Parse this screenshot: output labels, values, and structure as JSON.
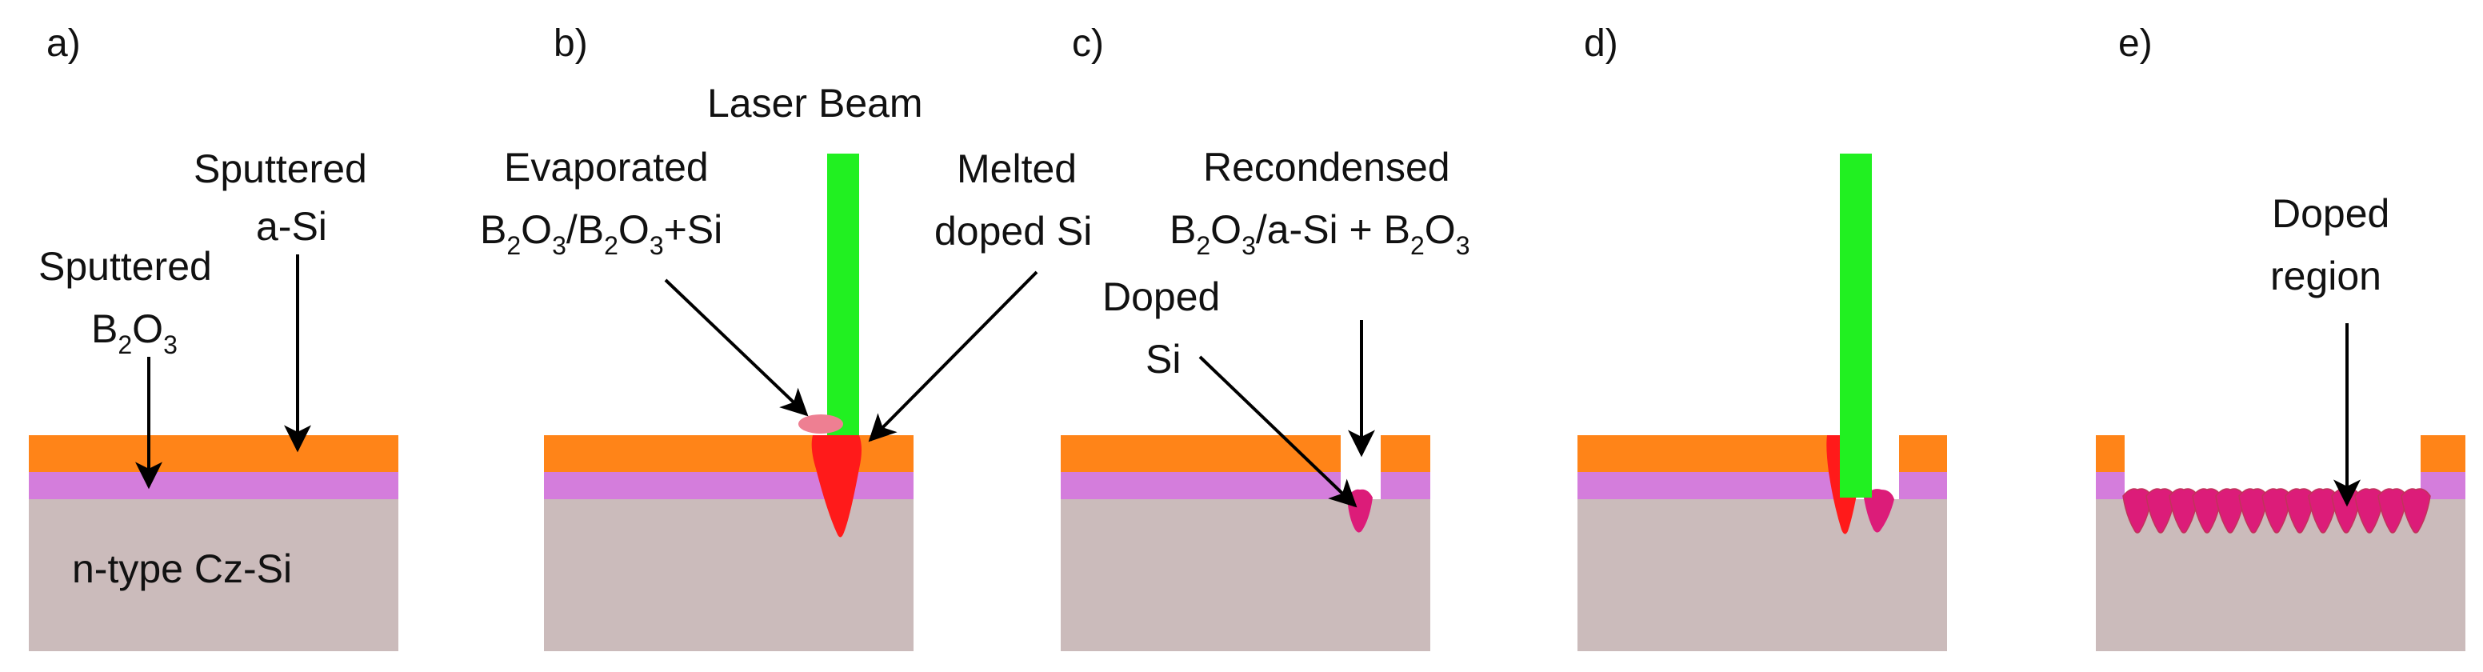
{
  "colors": {
    "substrate": "#cbbbbb",
    "boron_oxide_layer": "#d47ddc",
    "asi_layer": "#ff8418",
    "laser_beam": "#21f021",
    "melt": "#ff1a1a",
    "evaporated_plume": "#ee7f92",
    "doped_si": "#dc1c79",
    "doped_si_edge": "#c0345a",
    "arrow": "#000000"
  },
  "panels": [
    {
      "id": "a",
      "panel_label": "a)",
      "labels": {
        "sputtered_asi_l1": "Sputtered",
        "sputtered_asi_l2": "a-Si",
        "sputtered_b2o3_l1": "Sputtered",
        "b2o3": {
          "p1": "B",
          "s1": "2",
          "p2": "O",
          "s2": "3"
        },
        "substrate": "n-type Cz-Si"
      }
    },
    {
      "id": "b",
      "panel_label": "b)",
      "labels": {
        "laser_beam": "Laser Beam",
        "evaporated_l1": "Evaporated",
        "evaporated_l2": {
          "p1": "B",
          "s1": "2",
          "p2": "O",
          "s2": "3",
          "p3": "/B",
          "s3": "2",
          "p4": "O",
          "s4": "3",
          "p5": "+Si"
        },
        "melted_l1": "Melted",
        "melted_l2": "doped Si"
      }
    },
    {
      "id": "c",
      "panel_label": "c)",
      "labels": {
        "recondensed_l1": "Recondensed",
        "recondensed_l2": {
          "p1": "B",
          "s1": "2",
          "p2": "O",
          "s2": "3",
          "p3": "/a-Si + B",
          "s3": "2",
          "p4": "O",
          "s4": "3"
        },
        "doped_si_l1": "Doped",
        "doped_si_l2": "Si"
      }
    },
    {
      "id": "d",
      "panel_label": "d)",
      "labels": {}
    },
    {
      "id": "e",
      "panel_label": "e)",
      "labels": {
        "doped_region_l1": "Doped",
        "doped_region_l2": "region"
      }
    }
  ]
}
